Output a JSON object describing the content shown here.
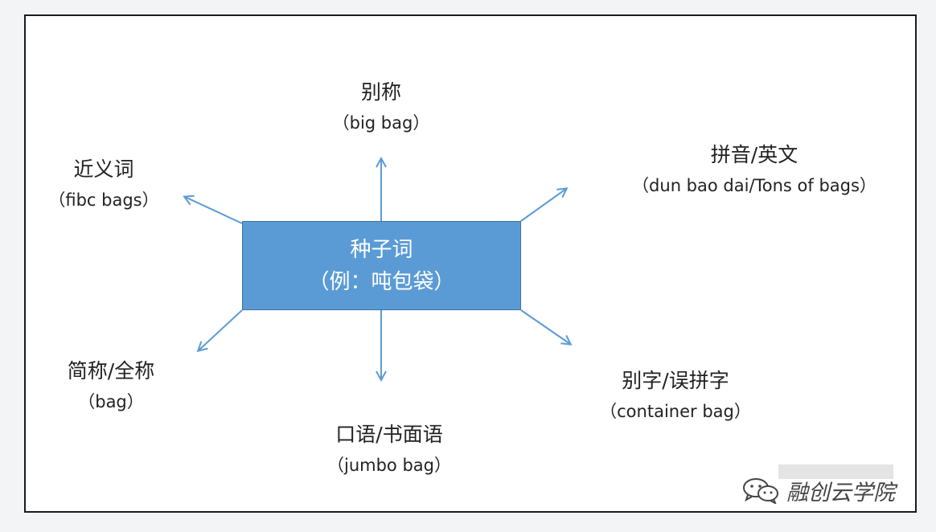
{
  "center": {
    "title": "种子词",
    "example": "（例：吨包袋）"
  },
  "nodes": {
    "alias": {
      "label": "别称",
      "sub": "（big bag）"
    },
    "synonym": {
      "label": "近义词",
      "sub": "（fibc bags）"
    },
    "pinyin": {
      "label": "拼音/英文",
      "sub": "（dun bao dai/Tons of bags）"
    },
    "abbrev": {
      "label": "简称/全称",
      "sub": "（bag）"
    },
    "spoken": {
      "label": "口语/书面语",
      "sub": "（jumbo bag）"
    },
    "typo": {
      "label": "别字/误拼字",
      "sub": "（container bag）"
    }
  },
  "watermark": {
    "text": "融创云学院",
    "icon": "wechat-icon"
  },
  "colors": {
    "box_fill": "#5b9bd5",
    "arrow": "#5b9bd5"
  }
}
